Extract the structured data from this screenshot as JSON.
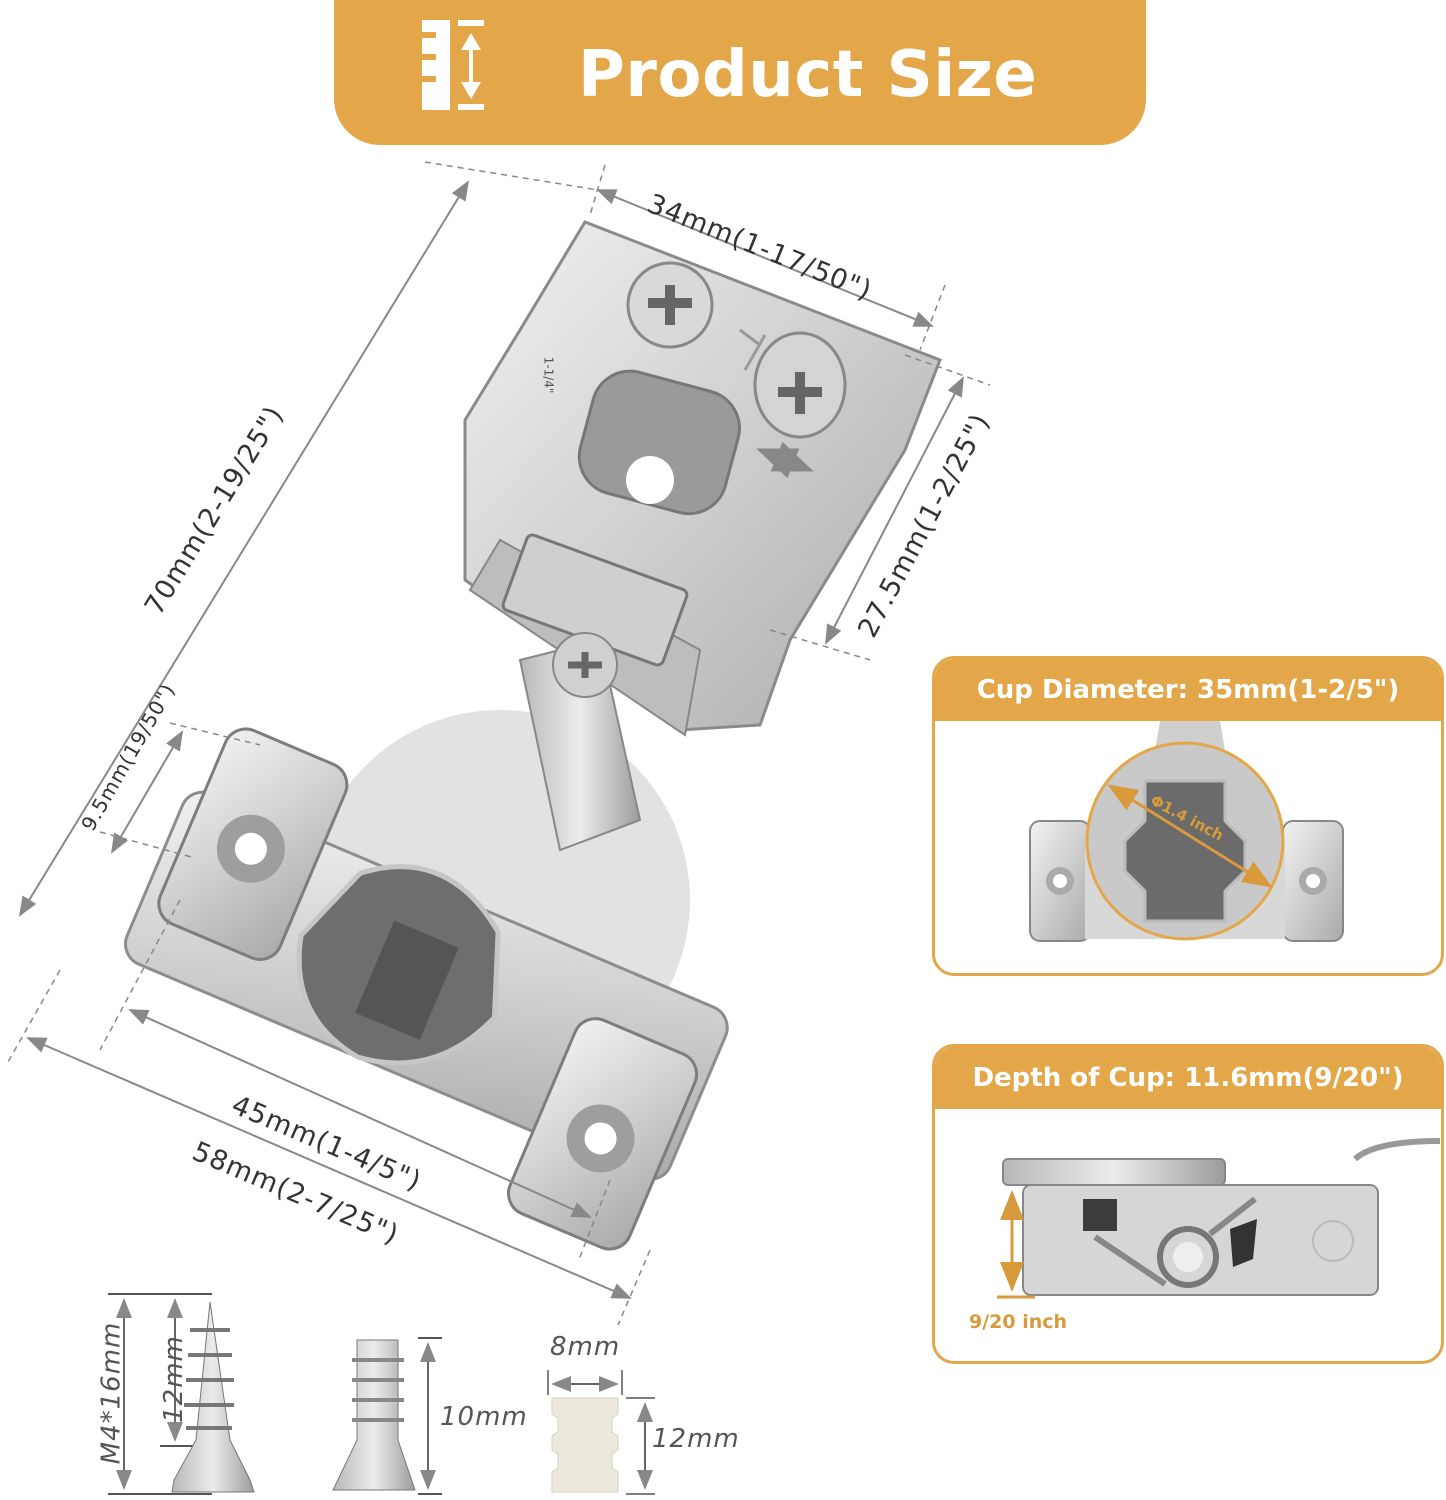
{
  "banner": {
    "title": "Product Size",
    "icon": "ruler-height-icon",
    "color": "#e3a74a"
  },
  "dimensions": {
    "width_top": "34mm(1-17/50\")",
    "total_length": "70mm(2-19/25\")",
    "arm_height": "27.5mm(1-2/25\")",
    "plate_offset": "9.5mm(19/50\")",
    "hole_spacing": "45mm(1-4/5\")",
    "plate_width": "58mm(2-7/25\")"
  },
  "hinge": {
    "stamp": "1-1/4\"",
    "cup_mark": "→0"
  },
  "panels": {
    "cup_diameter": {
      "title": "Cup Diameter: 35mm(1-2/5\")",
      "annotation": "Φ1.4 inch"
    },
    "cup_depth": {
      "title": "Depth of Cup: 11.6mm(9/20\")",
      "annotation": "9/20 inch"
    }
  },
  "hardware": {
    "screw_long": {
      "total": "M4*16mm",
      "thread": "12mm"
    },
    "screw_short": {
      "length": "10mm"
    },
    "dowel": {
      "width": "8mm",
      "height": "12mm"
    }
  }
}
